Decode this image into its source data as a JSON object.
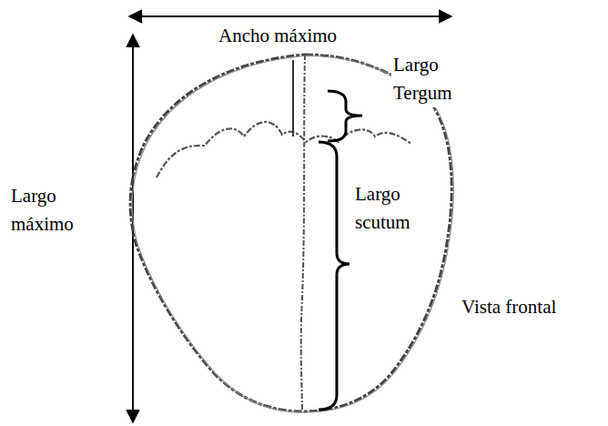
{
  "diagram": {
    "labels": [
      "Ancho máximo",
      "Largo Tergum",
      "Largo máximo",
      "Largo scutum",
      "Vista frontal"
    ]
  }
}
